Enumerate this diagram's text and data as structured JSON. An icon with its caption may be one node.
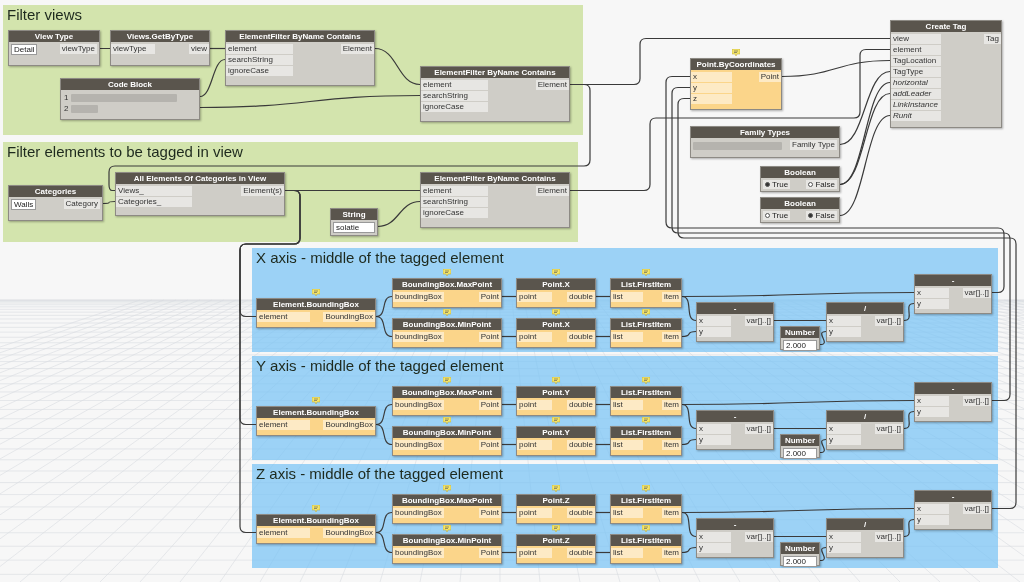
{
  "diagram": {
    "nodes": [
      {
        "text": [
          "Filter views"
        ]
      },
      {
        "text": [
          "View Type",
          "Detail",
          "viewType"
        ],
        "in": 0
      },
      {
        "text": [
          "Views.GetByType",
          "viewType",
          "view"
        ],
        "in": 0
      },
      {
        "text": [
          "ElementFilter ByName Contains",
          "element",
          "searchString",
          "ignoreCase",
          "Element"
        ],
        "in": 0
      },
      {
        "text": [
          "Code Block",
          "1",
          "2"
        ],
        "in": 0
      },
      {
        "text": [
          "ElementFilter ByName Contains",
          "element",
          "searchString",
          "ignoreCase",
          "Element"
        ],
        "in": 0
      },
      {
        "text": [
          "Filter elements to be tagged in view"
        ]
      },
      {
        "text": [
          "Categories",
          "Walls",
          "Category"
        ],
        "in": 6
      },
      {
        "text": [
          "All Elements Of Categories in View",
          "Views_",
          "Categories_",
          "Element(s)"
        ],
        "in": 6
      },
      {
        "text": [
          "String",
          "solatie"
        ],
        "in": 6
      },
      {
        "text": [
          "ElementFilter ByName Contains",
          "element",
          "searchString",
          "ignoreCase",
          "Element"
        ],
        "in": 6
      },
      {
        "text": [
          "Point.ByCoordinates",
          "x",
          "y",
          "z",
          "Point"
        ]
      },
      {
        "text": [
          "Create Tag",
          "view",
          "element",
          "TagLocation",
          "TagType",
          "horizontal",
          "addLeader",
          "LinkInstance",
          "Runit",
          "Tag"
        ]
      },
      {
        "text": [
          "Family Types",
          "Family Type"
        ]
      },
      {
        "text": [
          "Boolean",
          "True",
          "False"
        ]
      },
      {
        "text": [
          "Boolean",
          "True",
          "False"
        ]
      },
      {
        "text": [
          "X axis - middle of the tagged element"
        ]
      },
      {
        "text": [
          "Element.BoundingBox",
          "element",
          "BoundingBox"
        ],
        "in": 16
      },
      {
        "text": [
          "BoundingBox.MaxPoint",
          "boundingBox",
          "Point"
        ],
        "in": 16
      },
      {
        "text": [
          "BoundingBox.MinPoint",
          "boundingBox",
          "Point"
        ],
        "in": 16
      },
      {
        "text": [
          "Point.X",
          "point",
          "double"
        ],
        "in": 16
      },
      {
        "text": [
          "Point.X",
          "point",
          "double"
        ],
        "in": 16
      },
      {
        "text": [
          "List.FirstItem",
          "list",
          "item"
        ],
        "in": 16
      },
      {
        "text": [
          "List.FirstItem",
          "list",
          "item"
        ],
        "in": 16
      },
      {
        "text": [
          "-",
          "x",
          "y",
          "var[]..[]"
        ],
        "in": 16
      },
      {
        "text": [
          "Number",
          "2.000"
        ],
        "in": 16
      },
      {
        "text": [
          "/",
          "x",
          "y",
          "var[]..[]"
        ],
        "in": 16
      },
      {
        "text": [
          "-",
          "x",
          "y",
          "var[]..[]"
        ],
        "in": 16
      },
      {
        "text": [
          "Y axis - middle of the tagged element"
        ]
      },
      {
        "text": [
          "Element.BoundingBox",
          "element",
          "BoundingBox"
        ],
        "in": 28
      },
      {
        "text": [
          "BoundingBox.MaxPoint",
          "boundingBox",
          "Point"
        ],
        "in": 28
      },
      {
        "text": [
          "BoundingBox.MinPoint",
          "boundingBox",
          "Point"
        ],
        "in": 28
      },
      {
        "text": [
          "Point.Y",
          "point",
          "double"
        ],
        "in": 28
      },
      {
        "text": [
          "Point.Y",
          "point",
          "double"
        ],
        "in": 28
      },
      {
        "text": [
          "List.FirstItem",
          "list",
          "item"
        ],
        "in": 28
      },
      {
        "text": [
          "List.FirstItem",
          "list",
          "item"
        ],
        "in": 28
      },
      {
        "text": [
          "-",
          "x",
          "y",
          "var[]..[]"
        ],
        "in": 28
      },
      {
        "text": [
          "Number",
          "2.000"
        ],
        "in": 28
      },
      {
        "text": [
          "/",
          "x",
          "y",
          "var[]..[]"
        ],
        "in": 28
      },
      {
        "text": [
          "-",
          "x",
          "y",
          "var[]..[]"
        ],
        "in": 28
      },
      {
        "text": [
          "Z axis - middle of the tagged element"
        ]
      },
      {
        "text": [
          "Element.BoundingBox",
          "element",
          "BoundingBox"
        ],
        "in": 40
      },
      {
        "text": [
          "BoundingBox.MaxPoint",
          "boundingBox",
          "Point"
        ],
        "in": 40
      },
      {
        "text": [
          "BoundingBox.MinPoint",
          "boundingBox",
          "Point"
        ],
        "in": 40
      },
      {
        "text": [
          "Point.Z",
          "point",
          "double"
        ],
        "in": 40
      },
      {
        "text": [
          "Point.Z",
          "point",
          "double"
        ],
        "in": 40
      },
      {
        "text": [
          "List.FirstItem",
          "list",
          "item"
        ],
        "in": 40
      },
      {
        "text": [
          "List.FirstItem",
          "list",
          "item"
        ],
        "in": 40
      },
      {
        "text": [
          "-",
          "x",
          "y",
          "var[]..[]"
        ],
        "in": 40
      },
      {
        "text": [
          "Number",
          "2.000"
        ],
        "in": 40
      },
      {
        "text": [
          "/",
          "x",
          "y",
          "var[]..[]"
        ],
        "in": 40
      },
      {
        "text": [
          "-",
          "x",
          "y",
          "var[]..[]"
        ],
        "in": 40
      }
    ],
    "edges": [
      {
        "from": 1,
        "to": 2,
        "arrow": "none"
      },
      {
        "from": 2,
        "to": 3,
        "arrow": "none"
      },
      {
        "from": 4,
        "to": 3,
        "arrow": "none"
      },
      {
        "from": 4,
        "to": 5,
        "arrow": "none"
      },
      {
        "from": 3,
        "to": 5,
        "arrow": "none"
      },
      {
        "from": 5,
        "to": 12,
        "arrow": "none"
      },
      {
        "from": 5,
        "to": 8,
        "arrow": "none"
      },
      {
        "from": 7,
        "to": 8,
        "arrow": "none"
      },
      {
        "from": 8,
        "to": 10,
        "arrow": "none"
      },
      {
        "from": 9,
        "to": 10,
        "arrow": "none"
      },
      {
        "from": 10,
        "to": 12,
        "arrow": "none"
      },
      {
        "from": 11,
        "to": 12,
        "arrow": "none"
      },
      {
        "from": 13,
        "to": 12,
        "arrow": "none"
      },
      {
        "from": 14,
        "to": 12,
        "arrow": "none"
      },
      {
        "from": 14,
        "to": 12,
        "arrow": "none"
      },
      {
        "from": 15,
        "to": 12,
        "arrow": "none"
      },
      {
        "from": 8,
        "to": 17,
        "arrow": "none"
      },
      {
        "from": 8,
        "to": 29,
        "arrow": "none"
      },
      {
        "from": 8,
        "to": 41,
        "arrow": "none"
      },
      {
        "from": 27,
        "to": 11,
        "arrow": "none"
      },
      {
        "from": 39,
        "to": 11,
        "arrow": "none"
      },
      {
        "from": 51,
        "to": 11,
        "arrow": "none"
      },
      {
        "from": 17,
        "to": 18,
        "arrow": "none"
      },
      {
        "from": 17,
        "to": 19,
        "arrow": "none"
      },
      {
        "from": 18,
        "to": 20,
        "arrow": "none"
      },
      {
        "from": 19,
        "to": 21,
        "arrow": "none"
      },
      {
        "from": 20,
        "to": 22,
        "arrow": "none"
      },
      {
        "from": 21,
        "to": 23,
        "arrow": "none"
      },
      {
        "from": 22,
        "to": 27,
        "arrow": "none"
      },
      {
        "from": 22,
        "to": 24,
        "arrow": "none"
      },
      {
        "from": 23,
        "to": 24,
        "arrow": "none"
      },
      {
        "from": 24,
        "to": 26,
        "arrow": "none"
      },
      {
        "from": 25,
        "to": 26,
        "arrow": "none"
      },
      {
        "from": 26,
        "to": 27,
        "arrow": "none"
      },
      {
        "from": 29,
        "to": 30,
        "arrow": "none"
      },
      {
        "from": 29,
        "to": 31,
        "arrow": "none"
      },
      {
        "from": 30,
        "to": 32,
        "arrow": "none"
      },
      {
        "from": 31,
        "to": 33,
        "arrow": "none"
      },
      {
        "from": 32,
        "to": 34,
        "arrow": "none"
      },
      {
        "from": 33,
        "to": 35,
        "arrow": "none"
      },
      {
        "from": 34,
        "to": 39,
        "arrow": "none"
      },
      {
        "from": 34,
        "to": 36,
        "arrow": "none"
      },
      {
        "from": 35,
        "to": 36,
        "arrow": "none"
      },
      {
        "from": 36,
        "to": 38,
        "arrow": "none"
      },
      {
        "from": 37,
        "to": 38,
        "arrow": "none"
      },
      {
        "from": 38,
        "to": 39,
        "arrow": "none"
      },
      {
        "from": 41,
        "to": 42,
        "arrow": "none"
      },
      {
        "from": 41,
        "to": 43,
        "arrow": "none"
      },
      {
        "from": 42,
        "to": 44,
        "arrow": "none"
      },
      {
        "from": 43,
        "to": 45,
        "arrow": "none"
      },
      {
        "from": 44,
        "to": 46,
        "arrow": "none"
      },
      {
        "from": 45,
        "to": 47,
        "arrow": "none"
      },
      {
        "from": 46,
        "to": 51,
        "arrow": "none"
      },
      {
        "from": 46,
        "to": 48,
        "arrow": "none"
      },
      {
        "from": 47,
        "to": 48,
        "arrow": "none"
      },
      {
        "from": 48,
        "to": 50,
        "arrow": "none"
      },
      {
        "from": 49,
        "to": 50,
        "arrow": "none"
      },
      {
        "from": 50,
        "to": 51,
        "arrow": "none"
      }
    ]
  }
}
